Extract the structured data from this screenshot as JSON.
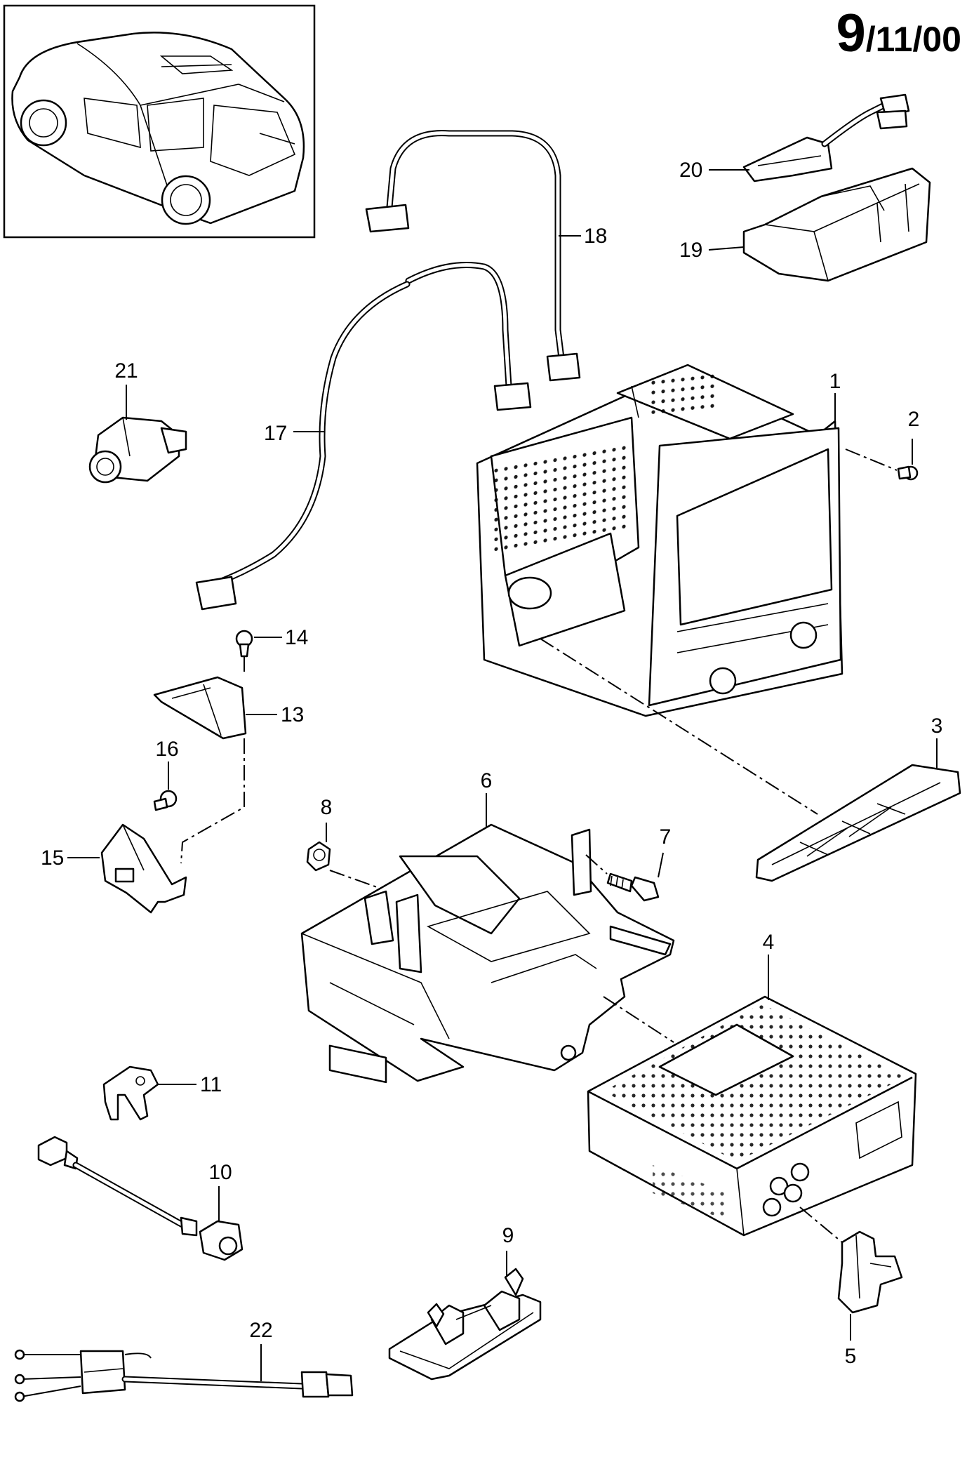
{
  "page_number": {
    "major": "9",
    "minor": "/11/00"
  },
  "callouts": [
    {
      "id": "1",
      "label": "1"
    },
    {
      "id": "2",
      "label": "2"
    },
    {
      "id": "3",
      "label": "3"
    },
    {
      "id": "4",
      "label": "4"
    },
    {
      "id": "5",
      "label": "5"
    },
    {
      "id": "6",
      "label": "6"
    },
    {
      "id": "7",
      "label": "7"
    },
    {
      "id": "8",
      "label": "8"
    },
    {
      "id": "9",
      "label": "9"
    },
    {
      "id": "10",
      "label": "10"
    },
    {
      "id": "11",
      "label": "11"
    },
    {
      "id": "13",
      "label": "13"
    },
    {
      "id": "14",
      "label": "14"
    },
    {
      "id": "15",
      "label": "15"
    },
    {
      "id": "16",
      "label": "16"
    },
    {
      "id": "17",
      "label": "17"
    },
    {
      "id": "18",
      "label": "18"
    },
    {
      "id": "19",
      "label": "19"
    },
    {
      "id": "20",
      "label": "20"
    },
    {
      "id": "21",
      "label": "21"
    },
    {
      "id": "22",
      "label": "22"
    }
  ]
}
